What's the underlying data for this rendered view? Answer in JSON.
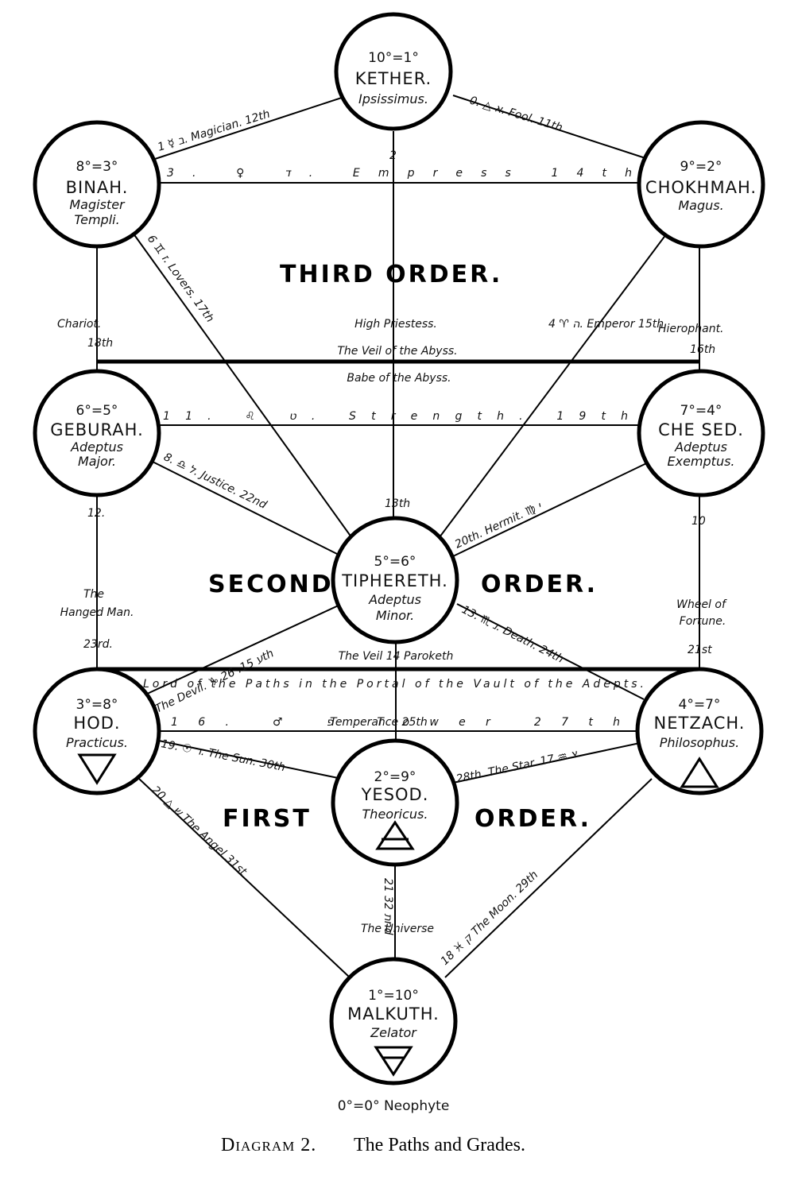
{
  "sephiroth": {
    "kether": {
      "grade": "10°=1°",
      "name": "KETHER.",
      "title": [
        "Ipsissimus."
      ]
    },
    "binah": {
      "grade": "8°=3°",
      "name": "BINAH.",
      "title": [
        "Magister",
        "Templi."
      ]
    },
    "chokhmah": {
      "grade": "9°=2°",
      "name": "CHOKHMAH.",
      "title": [
        "Magus."
      ]
    },
    "geburah": {
      "grade": "6°=5°",
      "name": "GEBURAH.",
      "title": [
        "Adeptus",
        "Major."
      ]
    },
    "chesed": {
      "grade": "7°=4°",
      "name": "CHE SED.",
      "title": [
        "Adeptus",
        "Exemptus."
      ]
    },
    "tiphereth": {
      "grade": "5°=6°",
      "name": "TIPHERETH.",
      "title": [
        "Adeptus",
        "Minor."
      ]
    },
    "hod": {
      "grade": "3°=8°",
      "name": "HOD.",
      "title": [
        "Practicus."
      ]
    },
    "netzach": {
      "grade": "4°=7°",
      "name": "NETZACH.",
      "title": [
        "Philosophus."
      ]
    },
    "yesod": {
      "grade": "2°=9°",
      "name": "YESOD.",
      "title": [
        "Theoricus."
      ]
    },
    "malkuth": {
      "grade": "1°=10°",
      "name": "MALKUTH.",
      "title": [
        "Zelator"
      ]
    }
  },
  "orders": {
    "third": "THIRD ORDER.",
    "second_left": "SECOND",
    "second_right": "ORDER.",
    "first_left": "FIRST",
    "first_right": "ORDER."
  },
  "paths": {
    "p12": "1 ☿ ב. Magician. 12th",
    "p11": "0. △ א. Fool. 11th",
    "p14": "3. ♀ ד. Empress 14th",
    "p13_num": "2",
    "p13": "High Priestess.",
    "p17": "6 ♊ ז. Lovers. 17th",
    "p15": "4 ♈ ה. Emperor 15th",
    "chariot": "Chariot.",
    "chariot_num": "18th",
    "hierophant": "Hierophant.",
    "hierophant_num": "16th",
    "veil_abyss": "The Veil of the Abyss.",
    "babe_abyss": "Babe of the Abyss.",
    "p19": "11. ♌ ט. Strength. 19th",
    "p22": "8. ♎ ל. Justice. 22nd",
    "p13b": "13th",
    "p20": "20th. Hermit. ♍ י",
    "p23_num": "12.",
    "hanged": [
      "The",
      "Hanged Man."
    ],
    "p23": "23rd.",
    "p21_num": "10",
    "wheel": [
      "Wheel of",
      "Fortune."
    ],
    "p21": "21st",
    "p26": "The Devil. ♑ ע 15. 26th",
    "p24": "13. ♏ נ. Death. 24th",
    "veil_paroketh": "The Veil 14 Paroketh",
    "lord_paths": "Lord of the Paths in the Portal of the Vault of the Adepts.",
    "p25": "Temperance 25th",
    "p27": "16. ♂ פ Tower 27th",
    "p30": "19. ☉ ר. The Sun. 30th",
    "p28": "28th. The Star. צ ♒ 17.",
    "p31": "20 △ ש The Angel 31st",
    "p29": "18 ♓ ק The Moon. 29th",
    "universe": "The Universe",
    "universe_num": "21 ת 32nd"
  },
  "neophyte": "0°=0° Neophyte",
  "caption": {
    "diagram": "Diagram 2.",
    "title": "The Paths and Grades."
  }
}
